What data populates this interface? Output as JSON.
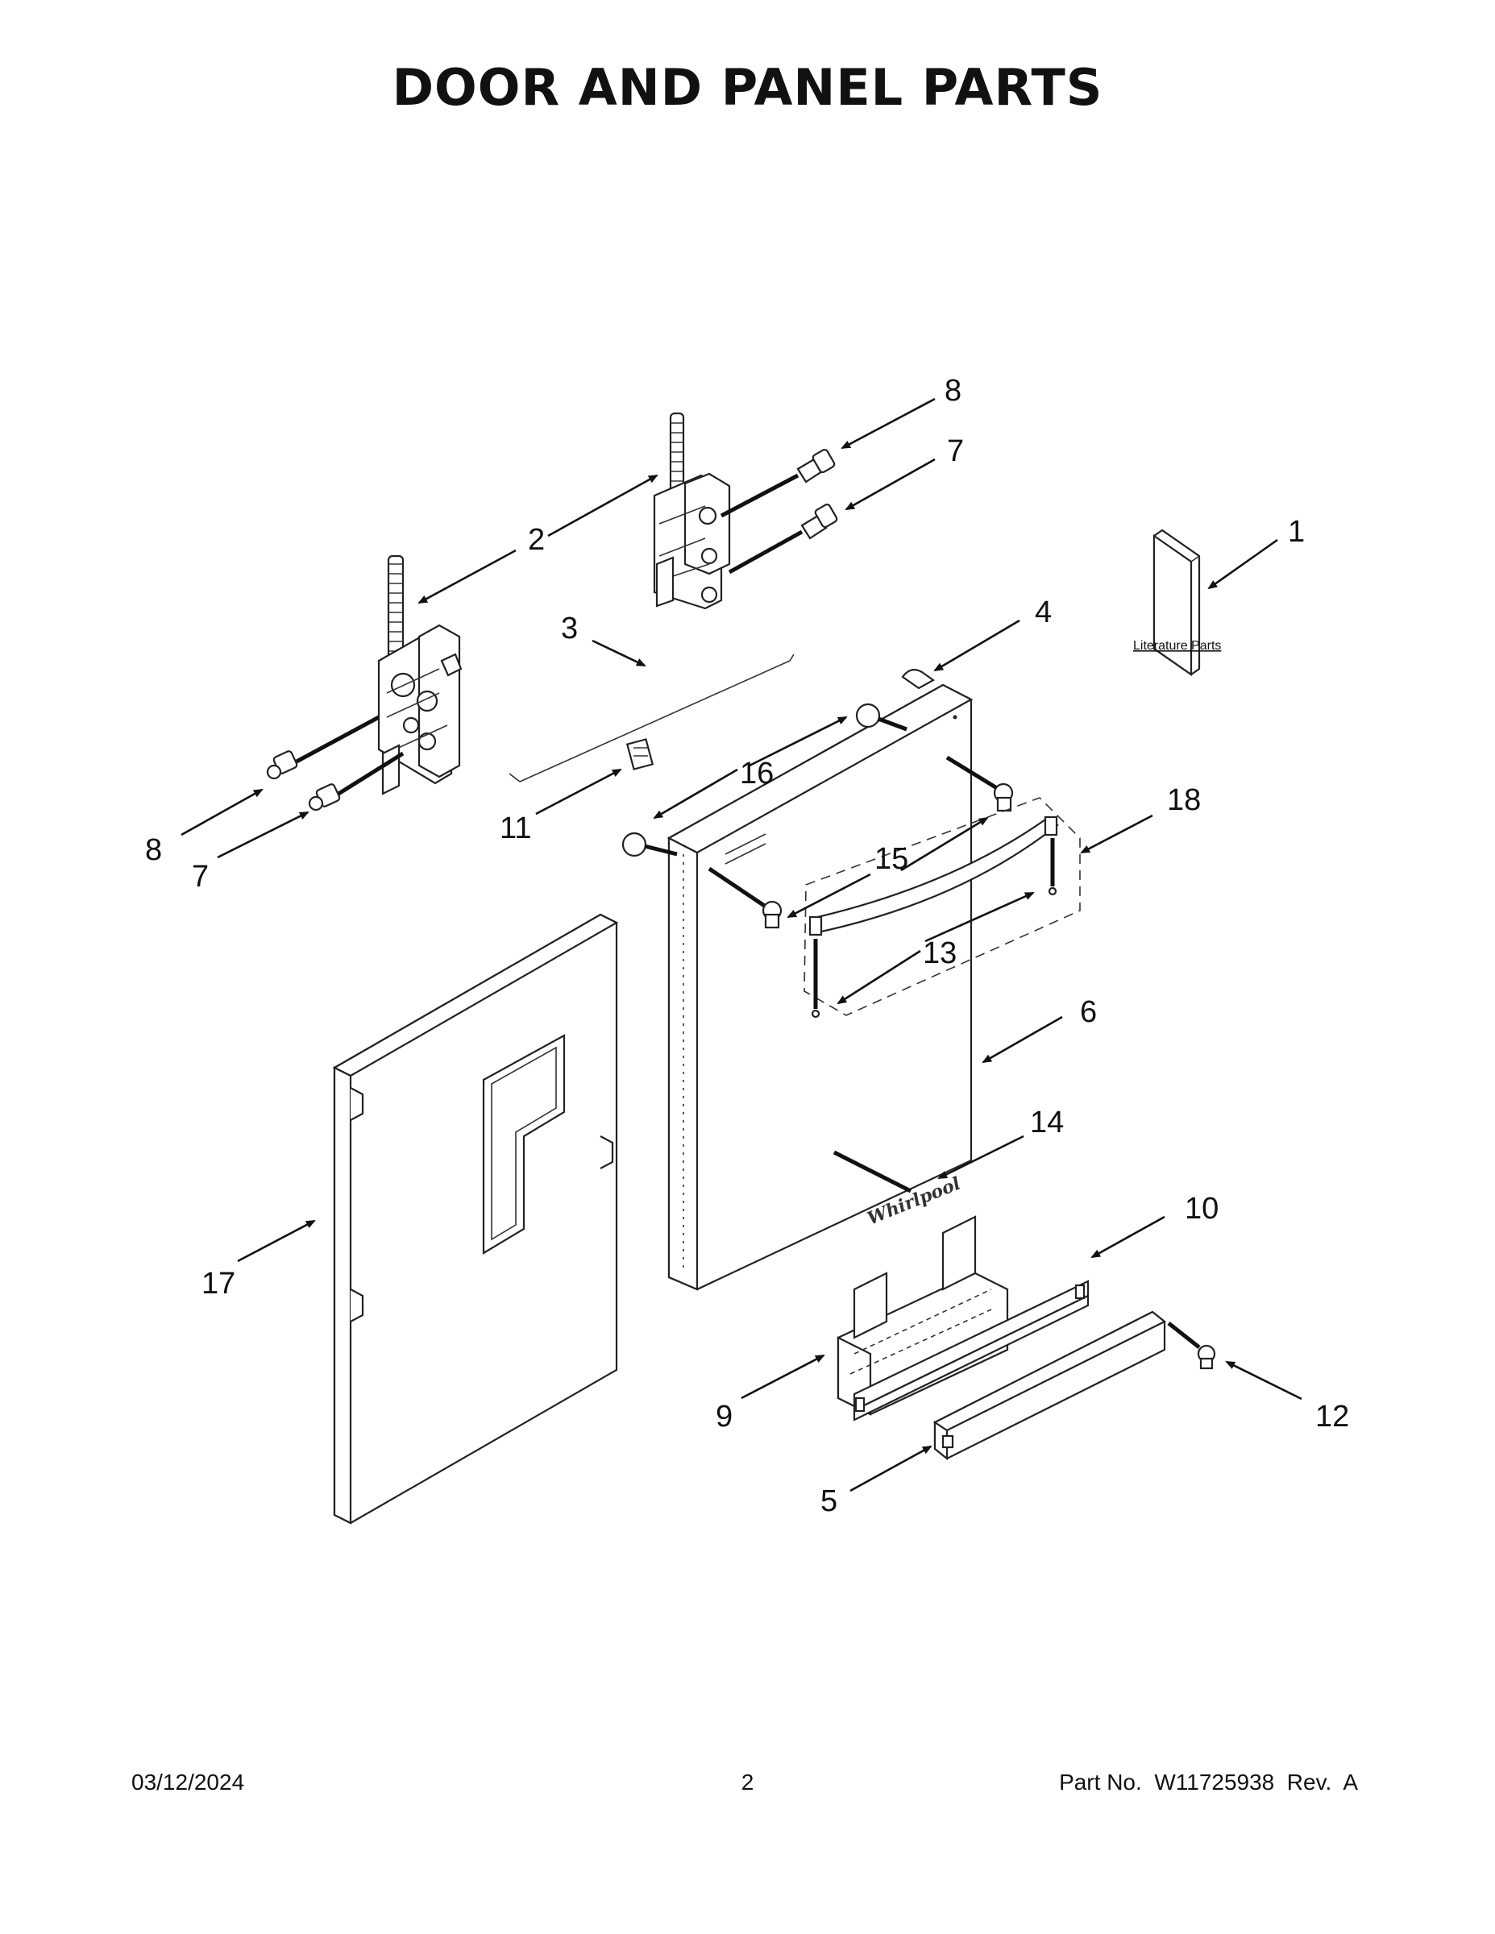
{
  "page": {
    "title": "DOOR AND PANEL PARTS"
  },
  "callouts": [
    {
      "id": "c1",
      "label": "1"
    },
    {
      "id": "c2",
      "label": "2"
    },
    {
      "id": "c3",
      "label": "3"
    },
    {
      "id": "c4",
      "label": "4"
    },
    {
      "id": "c5",
      "label": "5"
    },
    {
      "id": "c6",
      "label": "6"
    },
    {
      "id": "c7a",
      "label": "7"
    },
    {
      "id": "c7b",
      "label": "7"
    },
    {
      "id": "c8a",
      "label": "8"
    },
    {
      "id": "c8b",
      "label": "8"
    },
    {
      "id": "c9",
      "label": "9"
    },
    {
      "id": "c10",
      "label": "10"
    },
    {
      "id": "c11",
      "label": "11"
    },
    {
      "id": "c12",
      "label": "12"
    },
    {
      "id": "c13",
      "label": "13"
    },
    {
      "id": "c14",
      "label": "14"
    },
    {
      "id": "c15",
      "label": "15"
    },
    {
      "id": "c16",
      "label": "16"
    },
    {
      "id": "c17",
      "label": "17"
    },
    {
      "id": "c18",
      "label": "18"
    }
  ],
  "literature": {
    "label": "Literature Parts"
  },
  "door": {
    "brand": "Whirlpool"
  },
  "footer": {
    "date": "03/12/2024",
    "page_number": "2",
    "part_info": "Part No.  W11725938  Rev.  A"
  }
}
